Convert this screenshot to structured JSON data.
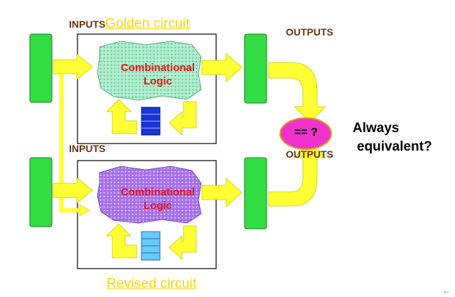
{
  "golden": {
    "title": "Golden circuit",
    "inputs_label": "INPUTS",
    "logic_line1": "Combinational",
    "logic_line2": "Logic"
  },
  "revised": {
    "title": "Revised circuit",
    "inputs_label": "INPUTS",
    "logic_line1": "Combinational",
    "logic_line2": "Logic"
  },
  "outputs_top": "OUTPUTS",
  "outputs_bottom": "OUTPUTS",
  "comparator": "== ?",
  "question_line1": "Always",
  "question_line2": "equivalent?",
  "colors": {
    "register_green": "#33dd44",
    "arrow_yellow": "#ffff33",
    "golden_blob": "#a8ecc8",
    "revised_blob": "#aa77ee",
    "comparator": "#ee33cc",
    "label_brown": "#6b3410",
    "title_yellow": "#ffd200",
    "logic_red": "#e8141c"
  },
  "icons": [
    "register-block",
    "state-register-icon",
    "flow-arrow",
    "corner-arrow-icon"
  ]
}
